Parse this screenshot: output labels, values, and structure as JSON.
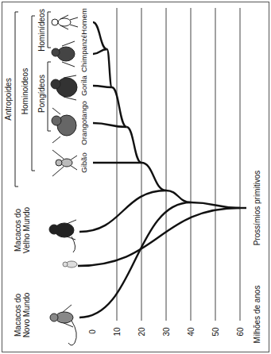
{
  "diagram": {
    "labels": [
      "Macacos do Novo Mundo",
      "Macacos do Velho Mundo",
      "Antropoides",
      "Hominoideos",
      "Pongídeos",
      "Hominídeos",
      "Gibão",
      "Orangotango",
      "Gorila",
      "Chimpanzé",
      "Homem",
      "0",
      "10",
      "20",
      "30",
      "40",
      "50",
      "60",
      "Prossímios primitivos",
      "Milhões de anos"
    ]
  }
}
